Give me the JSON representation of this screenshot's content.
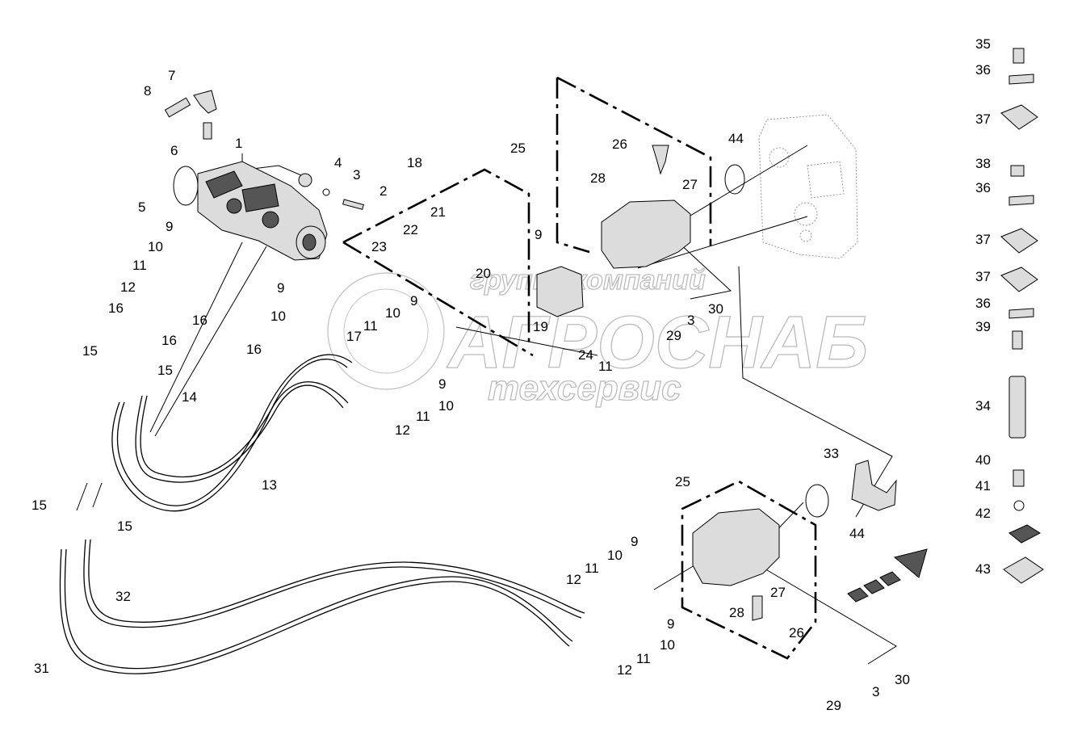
{
  "watermark": {
    "line1": "группа компаний",
    "line2": "АГРОСНАБ",
    "line3": "техсервис"
  },
  "callouts": [
    "1",
    "2",
    "3",
    "3",
    "3",
    "4",
    "5",
    "6",
    "7",
    "8",
    "9",
    "9",
    "9",
    "9",
    "9",
    "9",
    "9",
    "10",
    "10",
    "10",
    "10",
    "10",
    "10",
    "11",
    "11",
    "11",
    "11",
    "11",
    "11",
    "12",
    "12",
    "12",
    "12",
    "13",
    "14",
    "15",
    "15",
    "15",
    "15",
    "16",
    "16",
    "16",
    "16",
    "17",
    "18",
    "19",
    "20",
    "21",
    "22",
    "23",
    "24",
    "25",
    "25",
    "26",
    "26",
    "27",
    "27",
    "28",
    "28",
    "29",
    "29",
    "30",
    "30",
    "31",
    "32",
    "33",
    "34",
    "35",
    "36",
    "36",
    "36",
    "37",
    "37",
    "37",
    "38",
    "39",
    "40",
    "41",
    "42",
    "43",
    "44",
    "44"
  ],
  "colors": {
    "line": "#000000",
    "part_fill": "#dcdcdc",
    "watermark": "#bcbcbc",
    "ghost_outline": "#999999"
  }
}
